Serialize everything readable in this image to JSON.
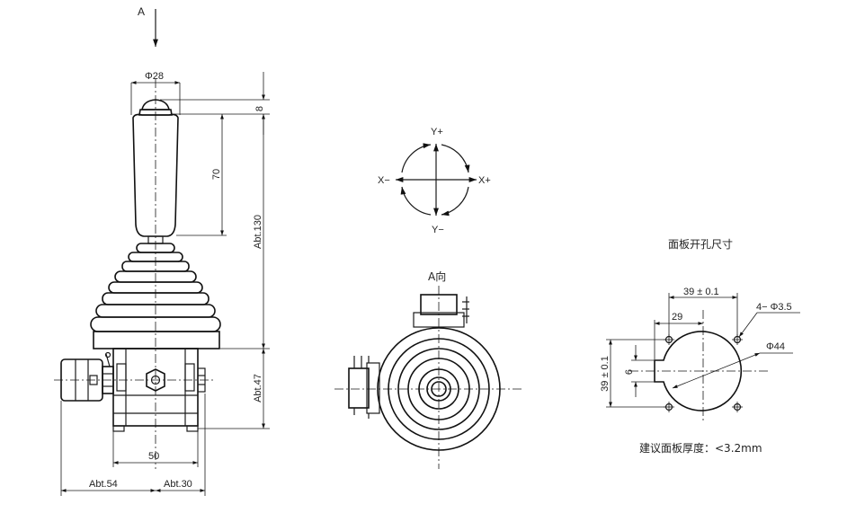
{
  "view_arrow_label": "A",
  "side_view": {
    "dim_phi28": "Φ28",
    "dim_8": "8",
    "dim_70": "70",
    "dim_abt130": "Abt.130",
    "dim_abt47": "Abt.47",
    "dim_50": "50",
    "dim_abt54": "Abt.54",
    "dim_abt30": "Abt.30"
  },
  "axis_diagram": {
    "y_plus": "Y+",
    "y_minus": "Y−",
    "x_plus": "X+",
    "x_minus": "X−"
  },
  "a_view": {
    "title": "A向"
  },
  "panel_cutout": {
    "title": "面板开孔尺寸",
    "dim_39_horizontal": "39 ± 0.1",
    "dim_29": "29",
    "dim_holes": "4− Φ3.5",
    "dim_phi44": "Φ44",
    "dim_39_vertical": "39 ± 0.1",
    "dim_6": "6",
    "thickness_note": "建议面板厚度：<3.2mm"
  }
}
